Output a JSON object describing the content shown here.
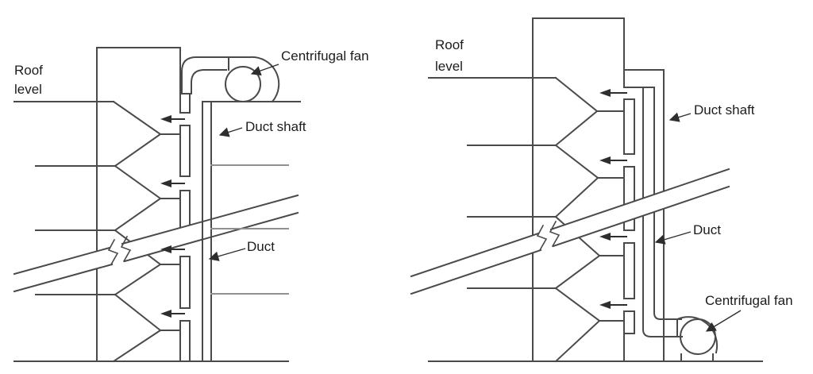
{
  "figure": {
    "background": "#ffffff",
    "line_color": "#4a4a4a",
    "light_line_color": "#909090",
    "arrow_color": "#2e2e2e",
    "text_color": "#1c1c1c",
    "left_diagram": {
      "fan_location": "roof",
      "labels": {
        "roof_level_line1": "Roof",
        "roof_level_line2": "level",
        "centrifugal_fan": "Centrifugal fan",
        "duct_shaft": "Duct shaft",
        "duct": "Duct"
      }
    },
    "right_diagram": {
      "fan_location": "base",
      "labels": {
        "roof_level_line1": "Roof",
        "roof_level_line2": "level",
        "duct_shaft": "Duct shaft",
        "duct": "Duct",
        "centrifugal_fan": "Centrifugal fan"
      }
    }
  }
}
